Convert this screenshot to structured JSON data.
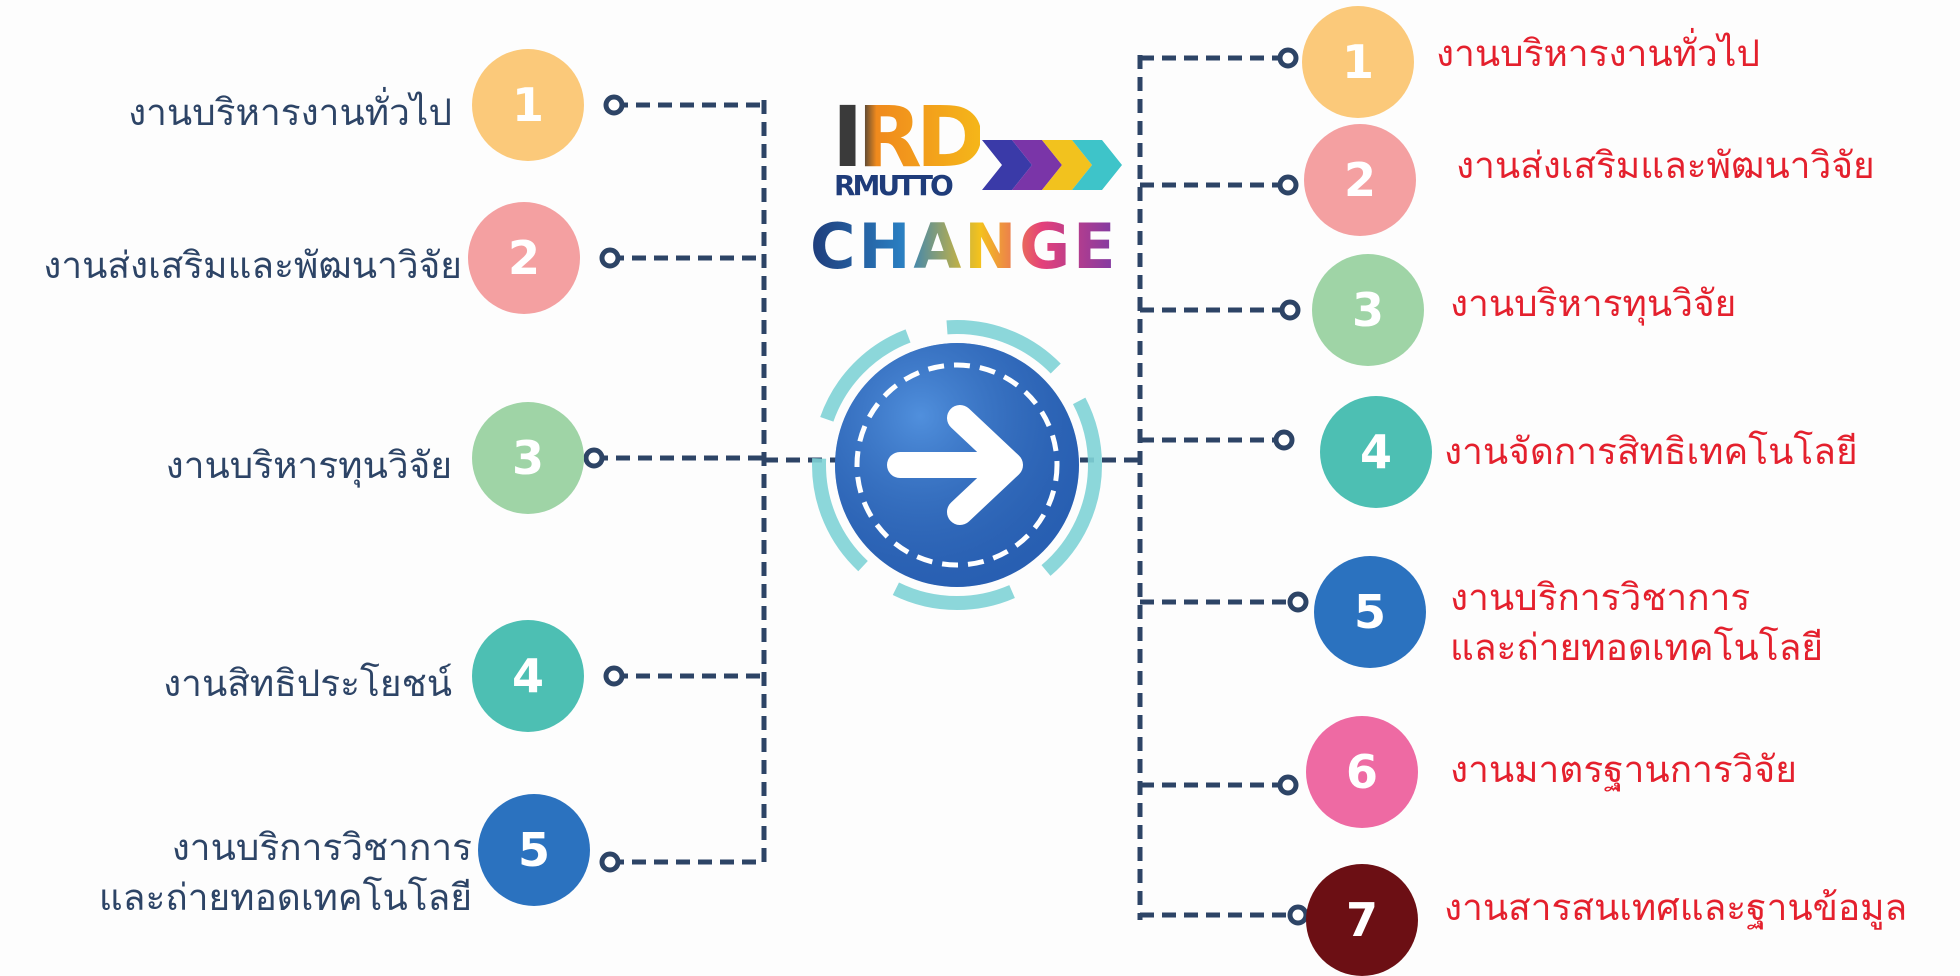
{
  "left_items": [
    {
      "num": "1",
      "label": "งานบริหารงานทั่วไป",
      "color": "#fbc97a"
    },
    {
      "num": "2",
      "label": "งานส่งเสริมและพัฒนาวิจัย",
      "color": "#f4a0a1"
    },
    {
      "num": "3",
      "label": "งานบริหารทุนวิจัย",
      "color": "#9fd4a6"
    },
    {
      "num": "4",
      "label": "งานสิทธิประโยชน์",
      "color": "#4dbfb3"
    },
    {
      "num": "5",
      "label": "งานบริการวิชาการ",
      "label2": "และถ่ายทอดเทคโนโลยี",
      "color": "#2b72bf"
    }
  ],
  "right_items": [
    {
      "num": "1",
      "label": "งานบริหารงานทั่วไป",
      "color": "#fbc97a"
    },
    {
      "num": "2",
      "label": "งานส่งเสริมและพัฒนาวิจัย",
      "color": "#f4a0a1"
    },
    {
      "num": "3",
      "label": "งานบริหารทุนวิจัย",
      "color": "#9fd4a6"
    },
    {
      "num": "4",
      "label": "งานจัดการสิทธิเทคโนโลยี",
      "color": "#4dbfb3"
    },
    {
      "num": "5",
      "label": "งานบริการวิชาการ",
      "label2": "และถ่ายทอดเทคโนโลยี",
      "color": "#2b72bf"
    },
    {
      "num": "6",
      "label": "งานมาตรฐานการวิจัย",
      "color": "#ee6aa3"
    },
    {
      "num": "7",
      "label": "งานสารสนเทศและฐานข้อมูล",
      "color": "#6c0f14"
    }
  ],
  "logo": {
    "ird": "IRD",
    "rmutto": "RMUTTO",
    "change": "CHANGE"
  },
  "colors": {
    "line": "#2d4466",
    "left_text": "#2d4466",
    "right_text": "#e4202d"
  }
}
